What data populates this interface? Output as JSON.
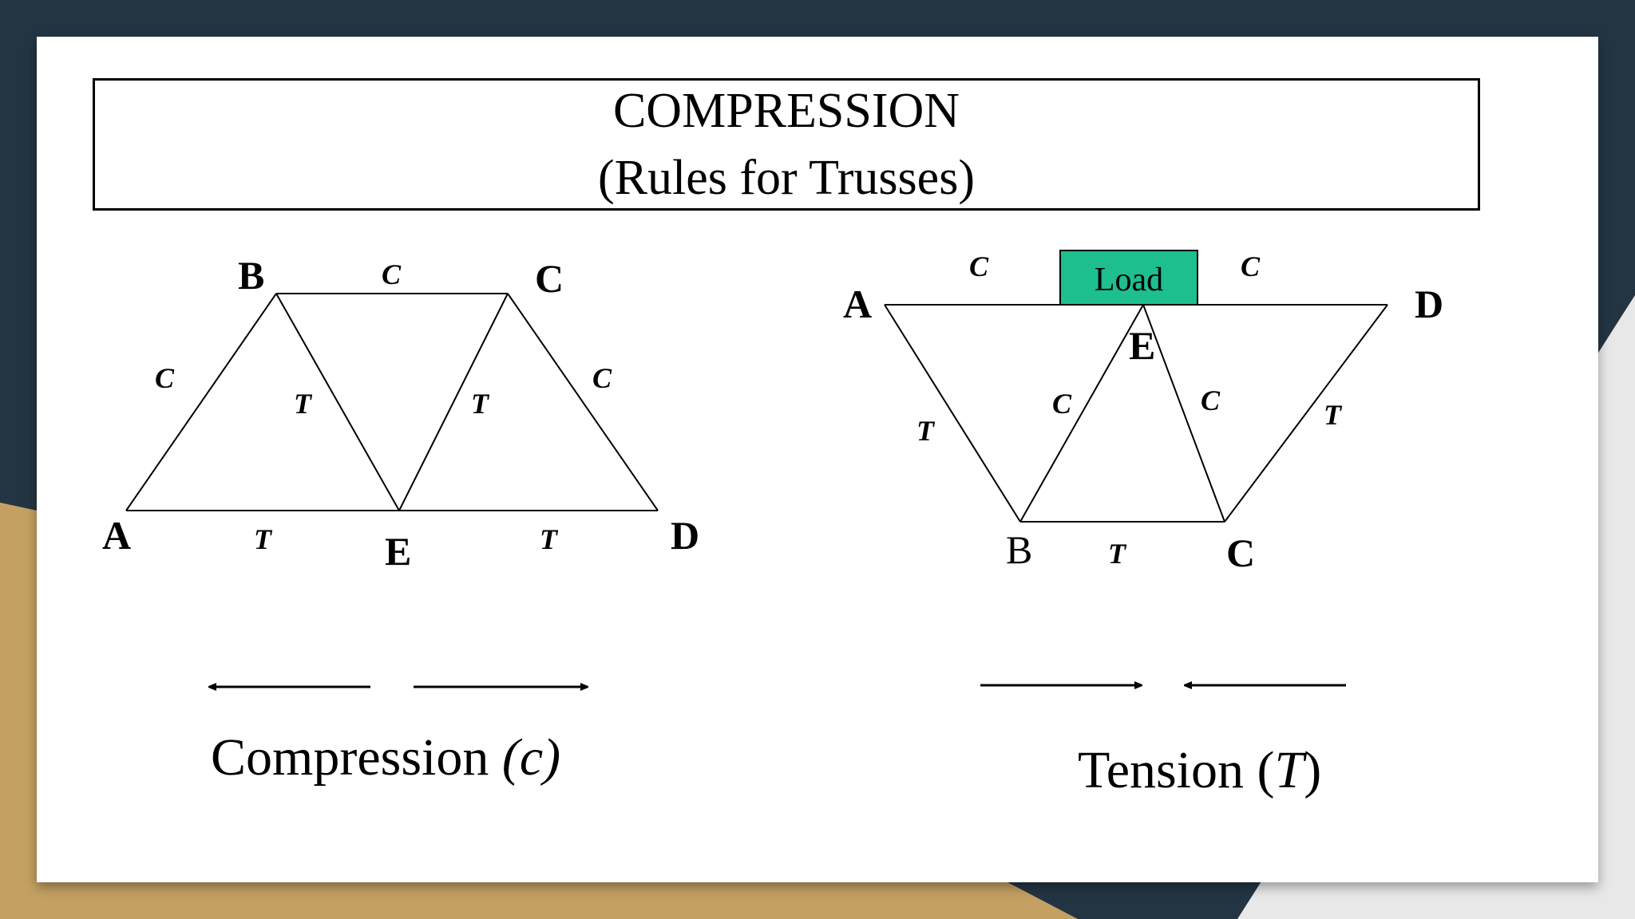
{
  "title": {
    "line1": "COMPRESSION",
    "line2": "(Rules for Trusses)"
  },
  "left_truss": {
    "nodes": {
      "A": "A",
      "B": "B",
      "C": "C",
      "D": "D",
      "E": "E"
    },
    "members": {
      "AB": "C",
      "BC": "C",
      "CD": "C",
      "BE": "T",
      "CE": "T",
      "AE": "T",
      "ED": "T"
    }
  },
  "right_truss": {
    "load_label": "Load",
    "nodes": {
      "A": "A",
      "B": "B",
      "C": "C",
      "D": "D",
      "E": "E"
    },
    "members": {
      "AE": "C",
      "ED": "C",
      "EB": "C",
      "EC": "C",
      "AB": "T",
      "CD": "T",
      "BC": "T"
    }
  },
  "captions": {
    "compression_word": "Compression",
    "compression_symbol": "(c)",
    "tension_word": "Tension (",
    "tension_symbol": "T",
    "tension_close": ")"
  },
  "colors": {
    "load_fill": "#1dbf8f",
    "accent_gold": "#c4a163",
    "navy": "#233543"
  }
}
